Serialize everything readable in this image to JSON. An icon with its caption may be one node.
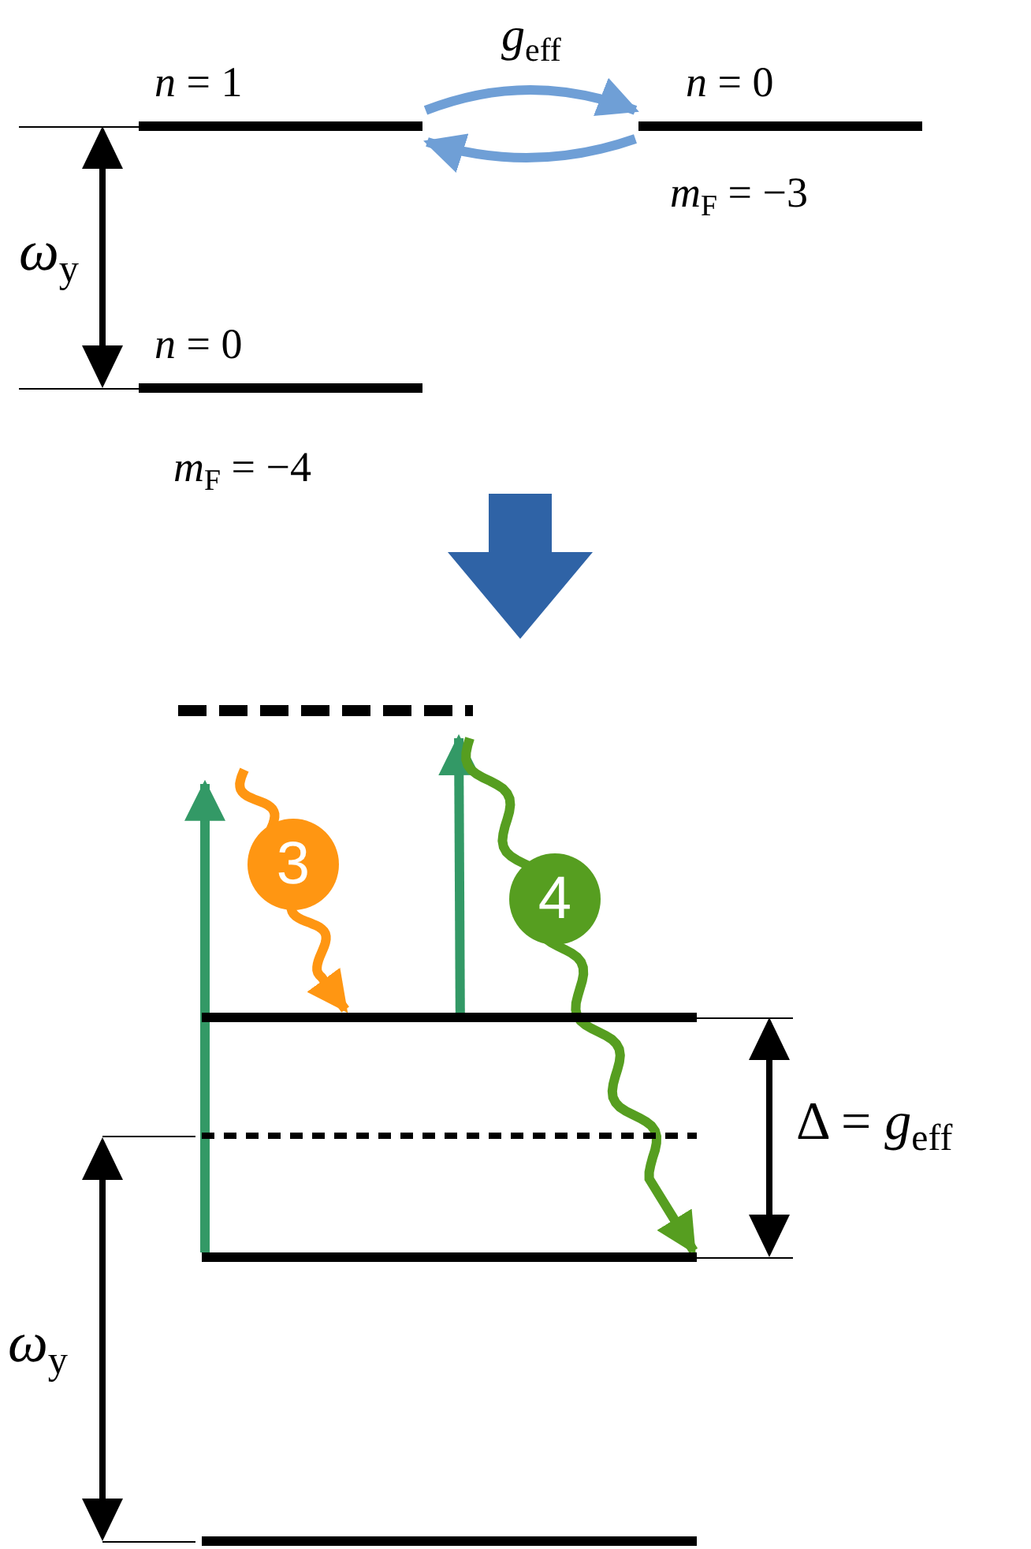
{
  "diagram": {
    "nodes": [
      {
        "text": [
          "*n* = 1"
        ]
      },
      {
        "text": [
          "*n* = 0"
        ]
      },
      {
        "text": [
          "*n* = 0"
        ],
        "beside": [
          "*m*$_{F}$ = −3"
        ]
      },
      {
        "text": [],
        "shape": "bar"
      },
      {
        "text": [],
        "shape": "bar"
      },
      {
        "text": [],
        "shape": "bar"
      },
      {
        "text": [],
        "shape": "bar"
      },
      {
        "text": [],
        "shape": "bar"
      }
    ],
    "edges": [
      {
        "from": 0,
        "to": 2,
        "arrow": "to",
        "color": "#6f9fd6"
      },
      {
        "from": 2,
        "to": 0,
        "arrow": "to",
        "color": "#6f9fd6"
      },
      {
        "from": 6,
        "to": null,
        "arrow": "to",
        "color": "#339966"
      },
      {
        "from": 4,
        "to": 3,
        "arrow": "to",
        "color": "#339966"
      },
      {
        "from": null,
        "to": 4,
        "arrow": "to",
        "color": "#ff9612"
      },
      {
        "from": null,
        "to": 6,
        "arrow": "to",
        "color": "#569e20"
      }
    ],
    "labels": [
      "*g*$_{eff}$",
      "*ω*$_{y}$",
      "*m*$_{F}$ = −4",
      "3",
      "4",
      "Δ = *g*$_{eff}$",
      "*ω*$_{y}$"
    ]
  }
}
